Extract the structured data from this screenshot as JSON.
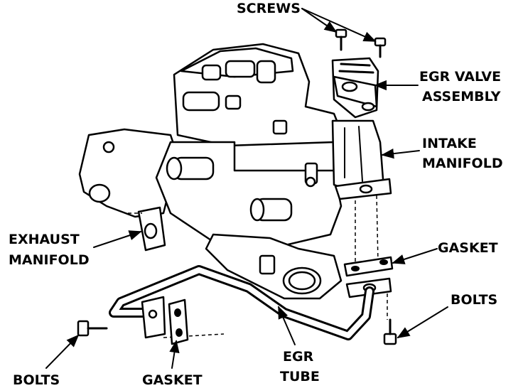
{
  "labels": {
    "screws": "SCREWS",
    "egr_valve_line1": "EGR VALVE",
    "egr_valve_line2": "ASSEMBLY",
    "intake_line1": "INTAKE",
    "intake_line2": "MANIFOLD",
    "gasket_right": "GASKET",
    "exhaust_line1": "EXHAUST",
    "exhaust_line2": "MANIFOLD",
    "bolts_right": "BOLTS",
    "egr_tube_line1": "EGR",
    "egr_tube_line2": "TUBE",
    "bolts_left": "BOLTS",
    "gasket_bottom": "GASKET"
  }
}
